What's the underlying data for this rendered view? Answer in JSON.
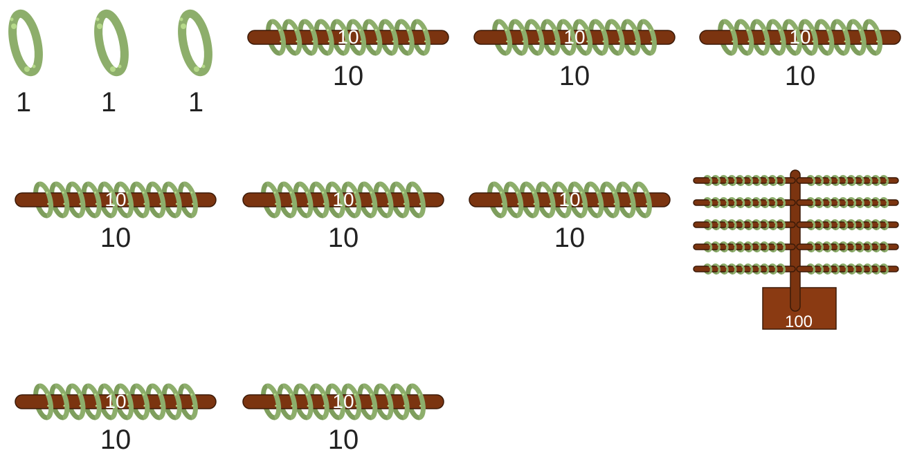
{
  "colors": {
    "ring": "#8DAE6B",
    "ring_dot": "#B6D98A",
    "rod": "#7B3410",
    "base": "#8A3A12"
  },
  "ones": [
    {
      "value": "1"
    },
    {
      "value": "1"
    },
    {
      "value": "1"
    }
  ],
  "tens": [
    {
      "badge": "10",
      "value": "10"
    },
    {
      "badge": "10",
      "value": "10"
    },
    {
      "badge": "10",
      "value": "10"
    },
    {
      "badge": "10",
      "value": "10"
    },
    {
      "badge": "10",
      "value": "10"
    },
    {
      "badge": "10",
      "value": "10"
    },
    {
      "badge": "10",
      "value": "10"
    },
    {
      "badge": "10",
      "value": "10"
    }
  ],
  "hundred": {
    "badge": "100"
  }
}
